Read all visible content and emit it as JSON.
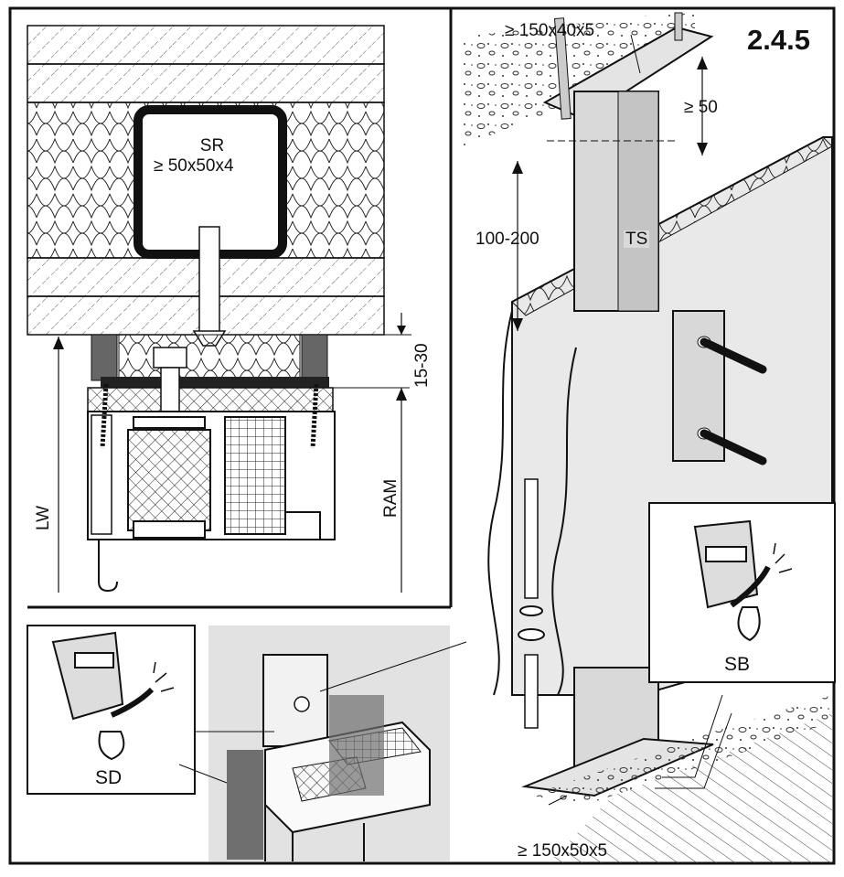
{
  "figure": {
    "number": "2.4.5",
    "section_labels": {
      "steel_tube": "SR",
      "steel_tube_size": "≥ 50x50x4",
      "top_plate": "≥ 150x40x5",
      "bottom_plate": "≥ 150x50x5",
      "gap_top": "≥ 50",
      "insert_length": "100-200",
      "post": "TS",
      "gap_range": "15-30",
      "clear_width": "LW",
      "frame": "RAM"
    },
    "callouts": {
      "welding_top": "SB",
      "welding_detail": "SD"
    }
  },
  "colors": {
    "line": "#111111",
    "panel_grey": "#d6d6d6",
    "light_grey": "#ececec",
    "dark_seal": "#555555"
  }
}
